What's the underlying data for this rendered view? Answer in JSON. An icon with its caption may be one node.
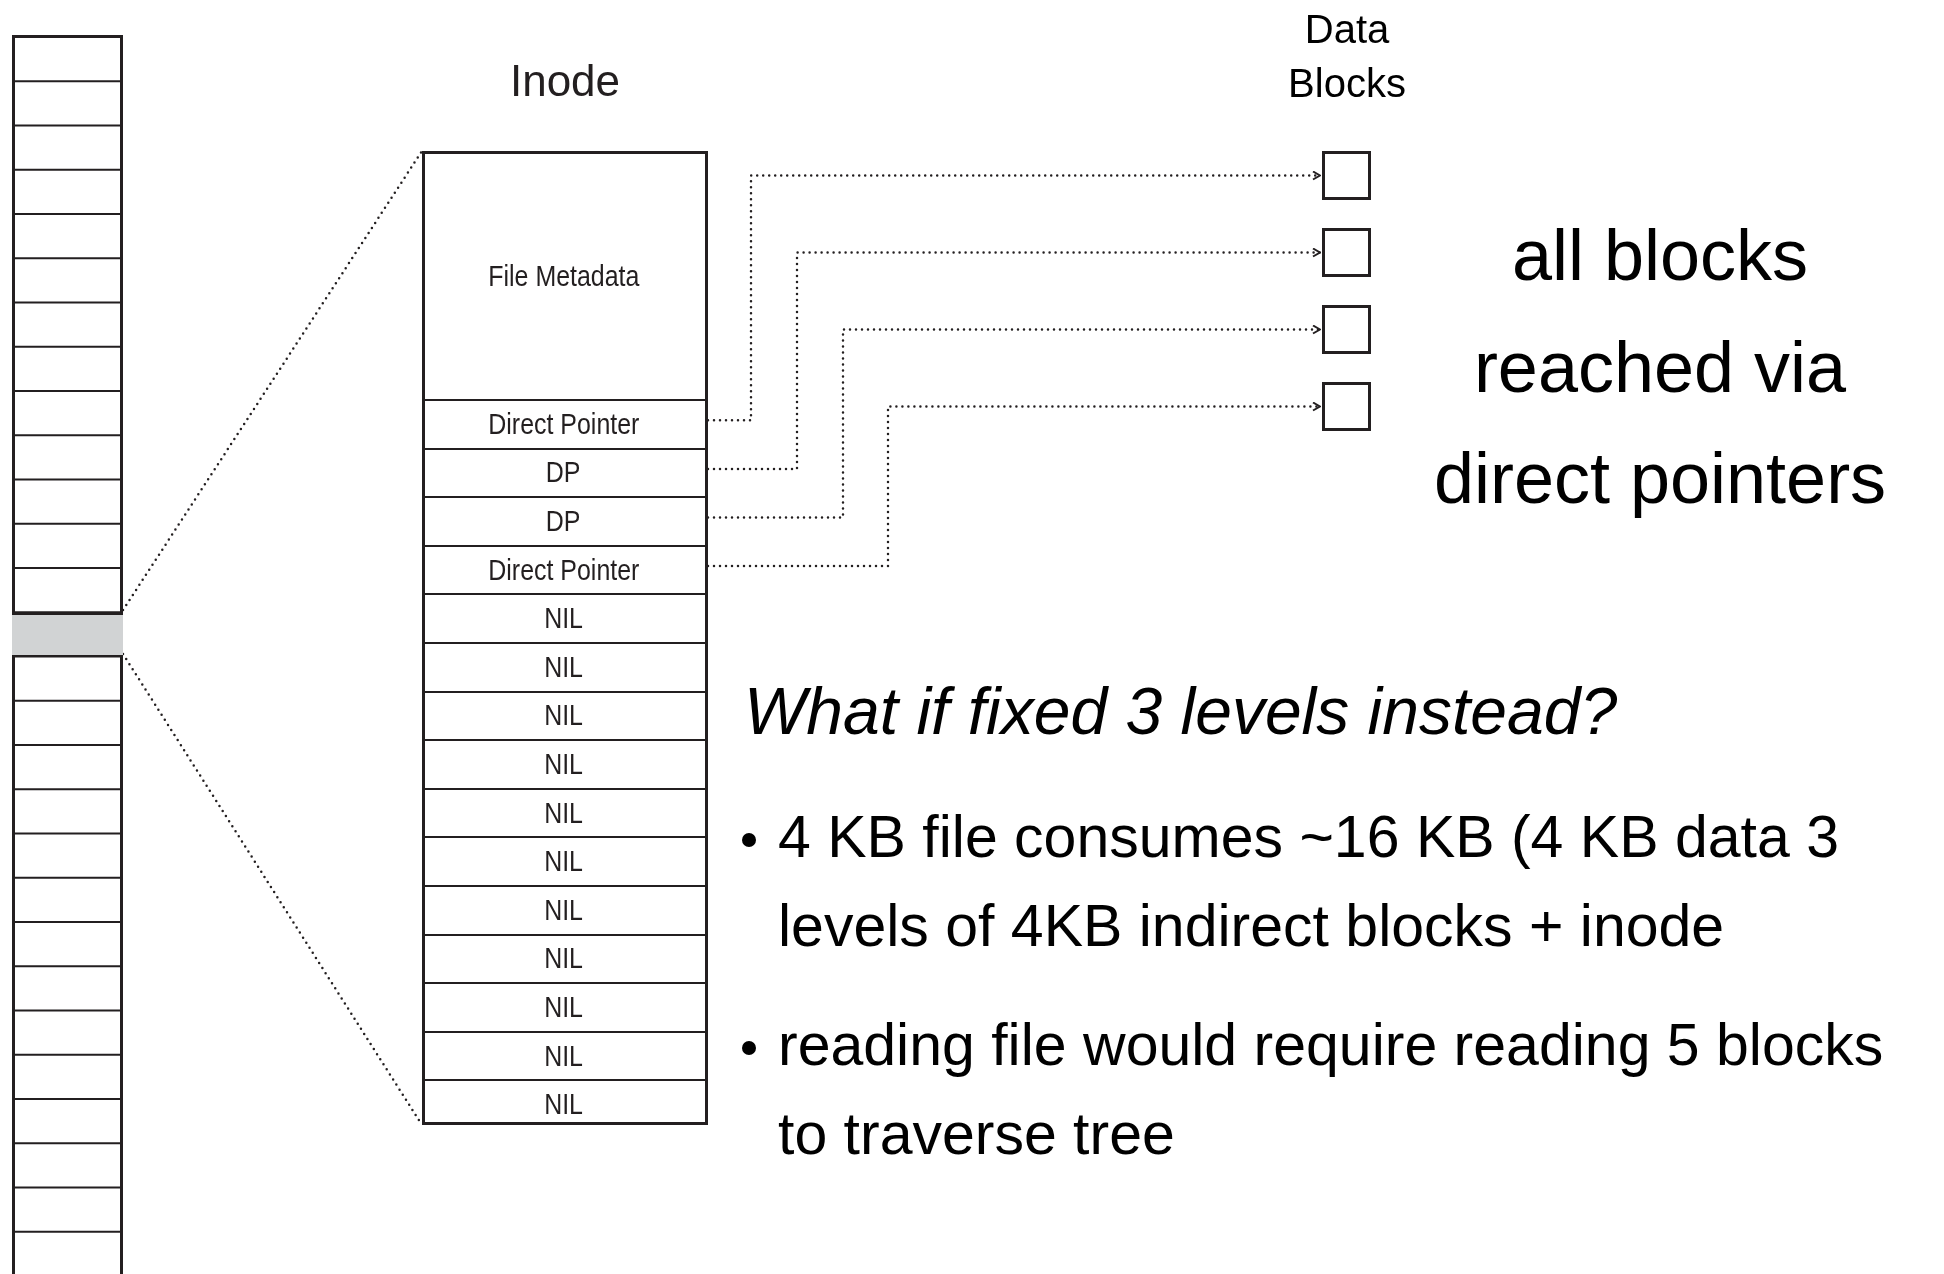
{
  "diagram": {
    "nodes": [
      {
        "text": [],
        "shape": "bar"
      },
      {
        "text": [],
        "shape": "box",
        "in": 0
      },
      {
        "text": [
          "Inode"
        ]
      },
      {
        "text": [
          "File Metadata"
        ],
        "in": 2
      },
      {
        "text": [
          "Direct Pointer"
        ],
        "in": 2
      },
      {
        "text": [
          "DP"
        ],
        "in": 2
      },
      {
        "text": [
          "DP"
        ],
        "in": 2
      },
      {
        "text": [
          "Direct Pointer"
        ],
        "in": 2
      },
      {
        "text": [
          "NIL"
        ],
        "in": 2
      },
      {
        "text": [
          "NIL"
        ],
        "in": 2
      },
      {
        "text": [
          "NIL"
        ],
        "in": 2
      },
      {
        "text": [
          "NIL"
        ],
        "in": 2
      },
      {
        "text": [
          "NIL"
        ],
        "in": 2
      },
      {
        "text": [
          "NIL"
        ],
        "in": 2
      },
      {
        "text": [
          "NIL"
        ],
        "in": 2
      },
      {
        "text": [
          "NIL"
        ],
        "in": 2
      },
      {
        "text": [
          "NIL"
        ],
        "in": 2
      },
      {
        "text": [
          "NIL"
        ],
        "in": 2
      },
      {
        "text": [
          "NIL"
        ],
        "in": 2
      },
      {
        "text": [],
        "shape": "box"
      },
      {
        "text": [],
        "shape": "box"
      },
      {
        "text": [],
        "shape": "box"
      },
      {
        "text": [],
        "shape": "box"
      }
    ],
    "edges": [
      {
        "from": 1,
        "to": 2,
        "arrow": "none",
        "style": "dashed"
      },
      {
        "from": 1,
        "to": 2,
        "arrow": "none",
        "style": "dashed"
      },
      {
        "from": 4,
        "to": 19,
        "arrow": "to",
        "style": "dashed"
      },
      {
        "from": 5,
        "to": 20,
        "arrow": "to",
        "style": "dashed"
      },
      {
        "from": 6,
        "to": 21,
        "arrow": "to",
        "style": "dashed"
      },
      {
        "from": 7,
        "to": 22,
        "arrow": "to",
        "style": "dashed"
      }
    ],
    "labels": [
      "Data Blocks",
      "all blocks reached via direct pointers",
      "What if fixed 3 levels instead?",
      "4 KB file consumes ~16 KB (4 KB data 3 levels of 4KB indirect blocks + inode",
      "reading file would require reading 5 blocks to traverse tree"
    ]
  }
}
